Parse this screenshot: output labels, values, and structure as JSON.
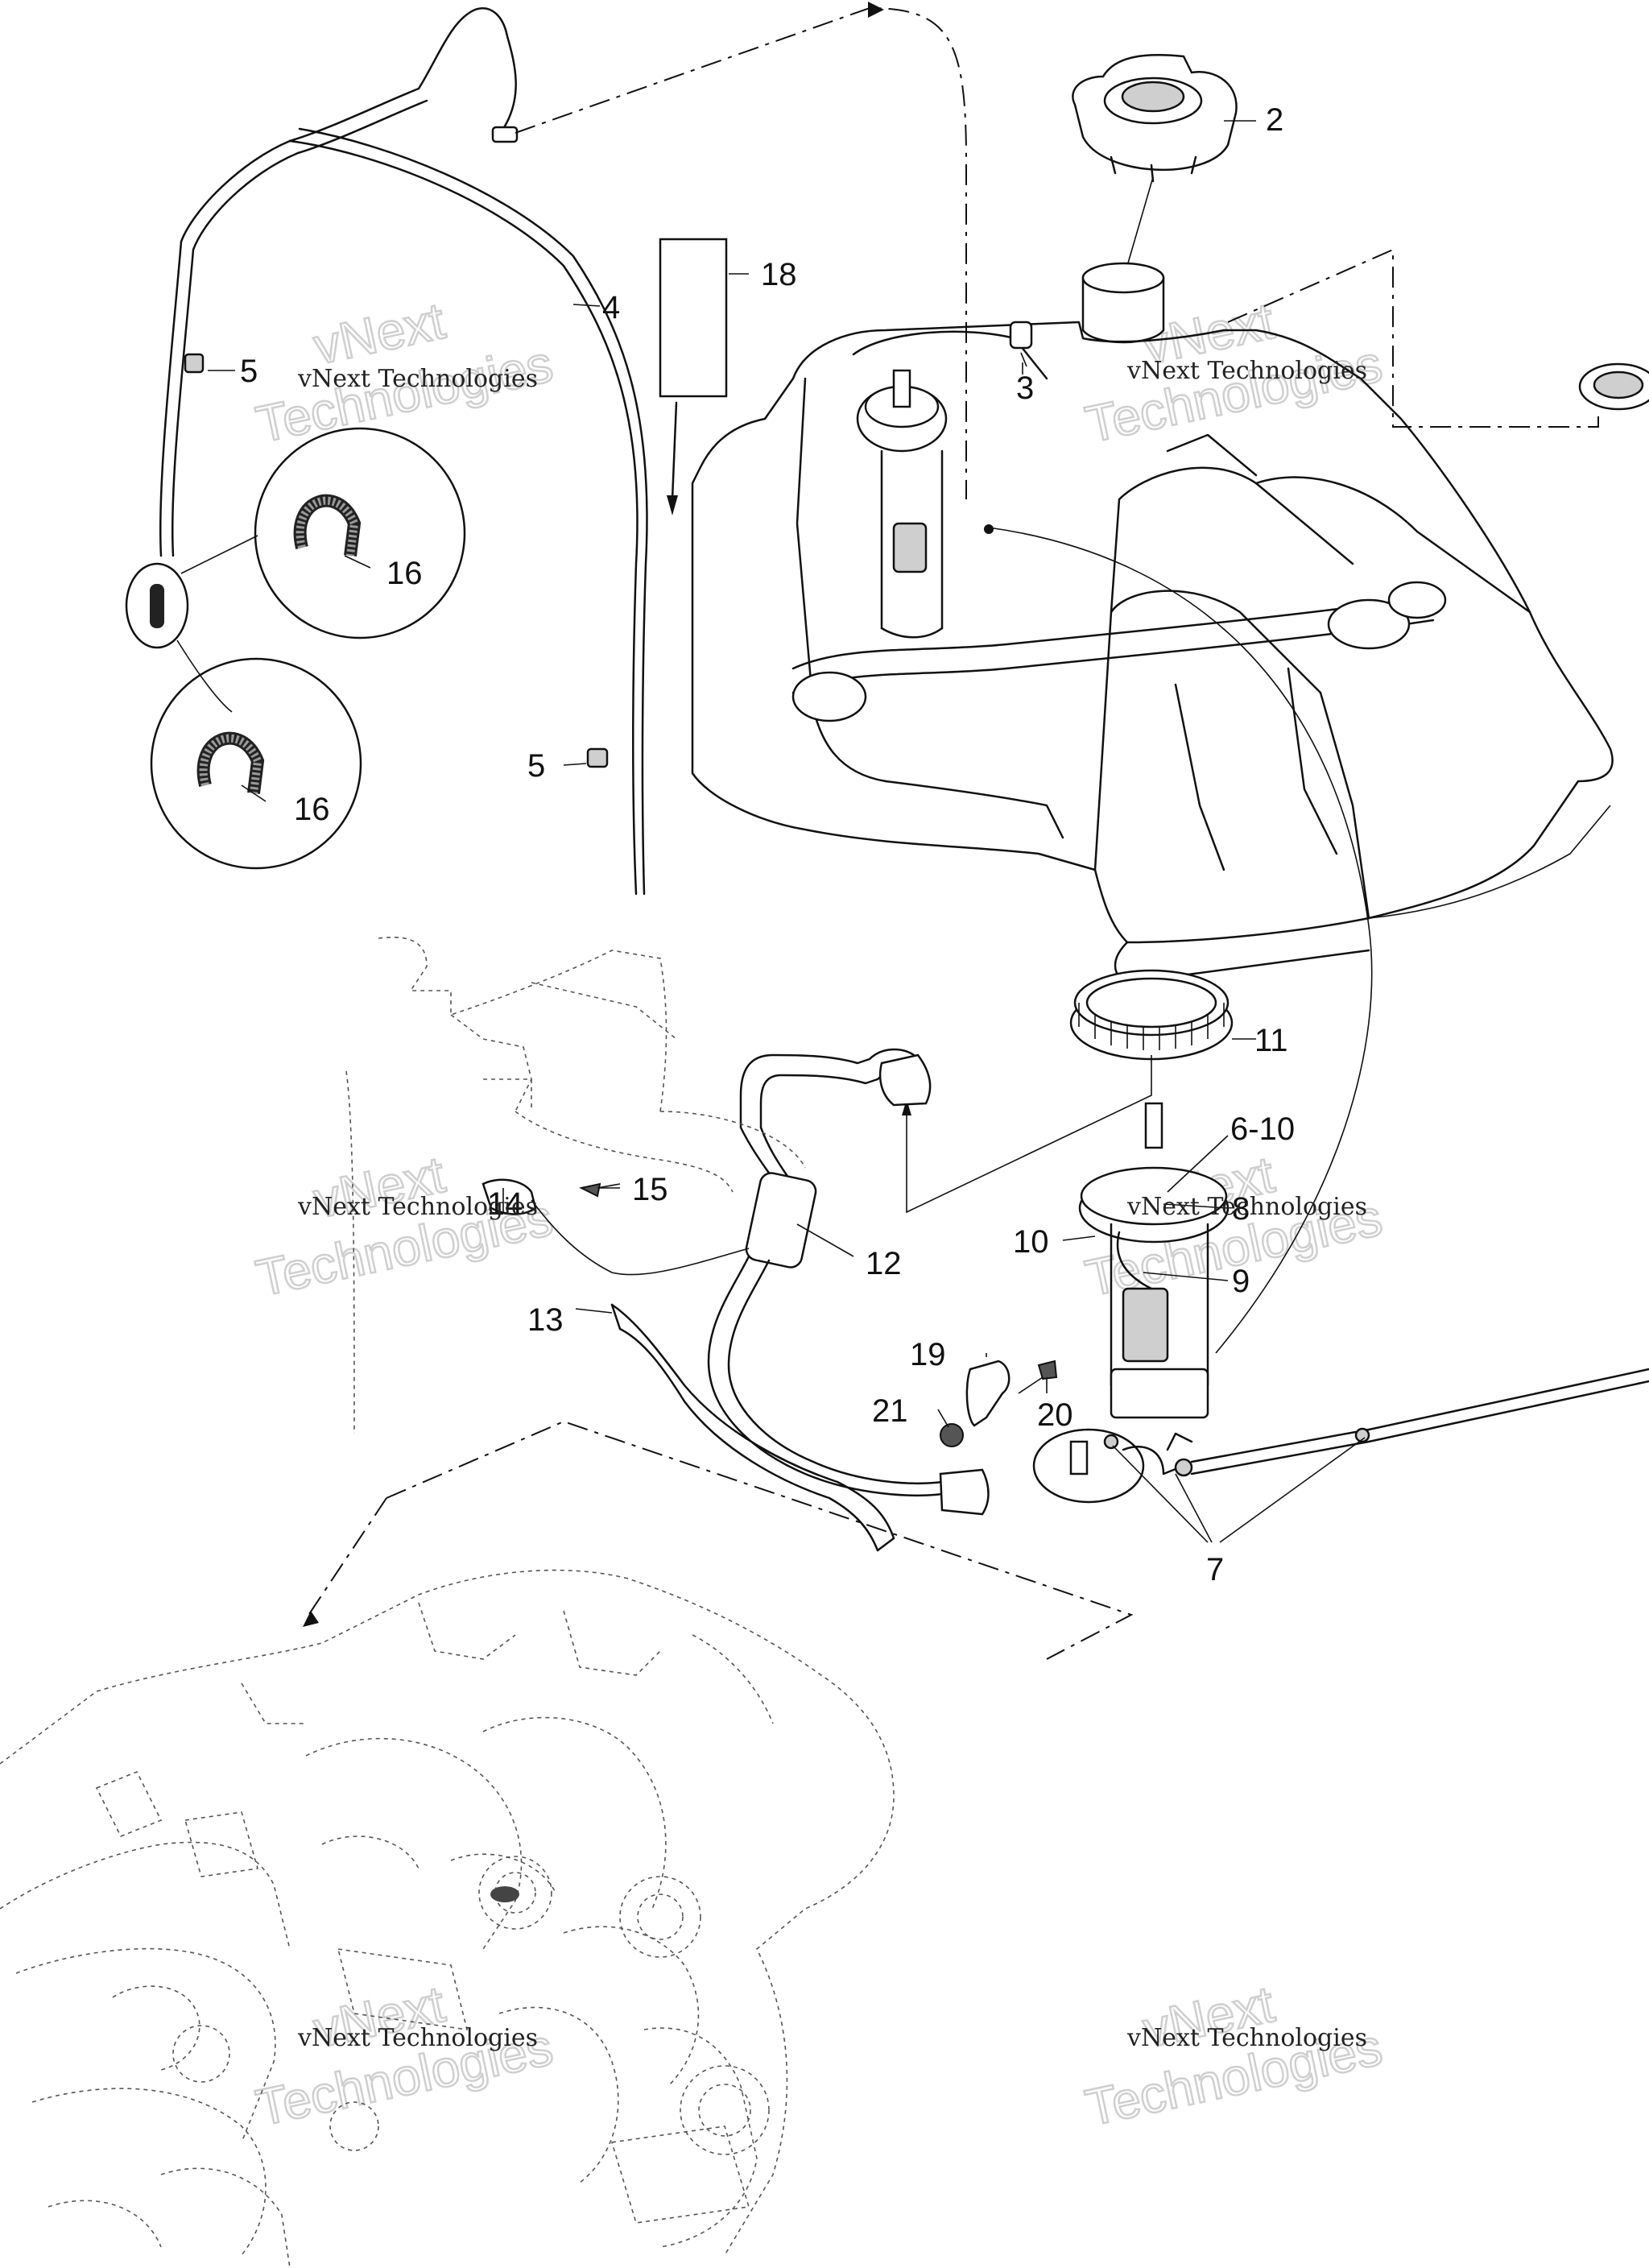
{
  "callouts": {
    "c2": "2",
    "c3": "3",
    "c4": "4",
    "c5a": "5",
    "c5b": "5",
    "c6_10": "6-10",
    "c7": "7",
    "c8": "8",
    "c9": "9",
    "c10": "10",
    "c11": "11",
    "c12": "12",
    "c13": "13",
    "c14": "14",
    "c15": "15",
    "c16a": "16",
    "c16b": "16",
    "c18": "18",
    "c19": "19",
    "c20": "20",
    "c21": "21"
  },
  "watermarks": {
    "brand_top": "vNext",
    "brand_bottom": "Technologies",
    "caption": "vNext Technologies"
  }
}
